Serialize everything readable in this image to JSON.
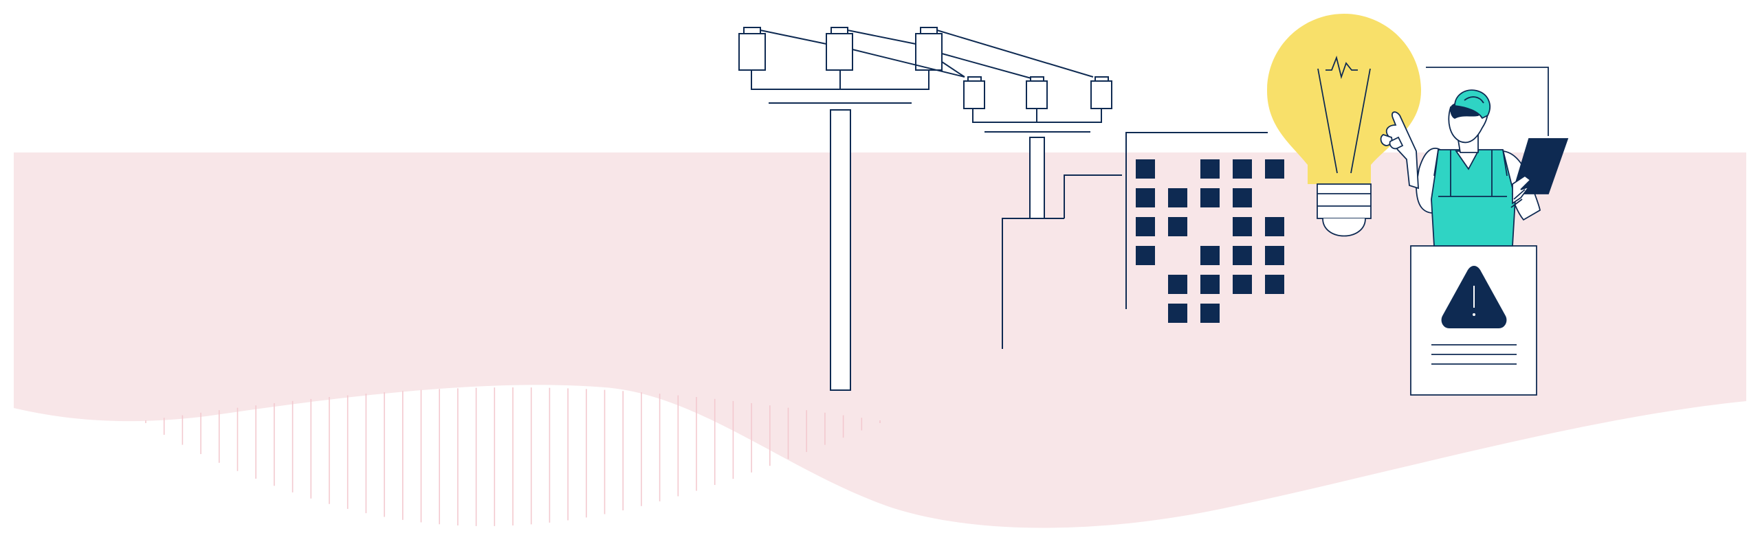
{
  "colors": {
    "background": "#ffffff",
    "band_pink": "#f8e6e8",
    "stripe_pink": "#f3c9cf",
    "navy": "#0e2a52",
    "bulb_yellow": "#f8e06a",
    "worker_teal": "#2fd4c4",
    "skin": "#ffffff"
  },
  "icons": {
    "power_pole": "power-pole-icon",
    "solar_panel": "solar-panel-icon",
    "light_bulb": "light-bulb-icon",
    "worker": "worker-icon",
    "tablet": "tablet-icon",
    "warning": "warning-triangle-icon"
  },
  "solar_panel": {
    "columns": 5,
    "rows": 6,
    "grid": [
      [
        1,
        0,
        1,
        1,
        1
      ],
      [
        1,
        1,
        1,
        1,
        0
      ],
      [
        1,
        1,
        0,
        1,
        1
      ],
      [
        1,
        0,
        1,
        1,
        1
      ],
      [
        0,
        1,
        1,
        1,
        1
      ],
      [
        0,
        1,
        1,
        0,
        0
      ]
    ]
  },
  "stripes": {
    "count": 41
  }
}
